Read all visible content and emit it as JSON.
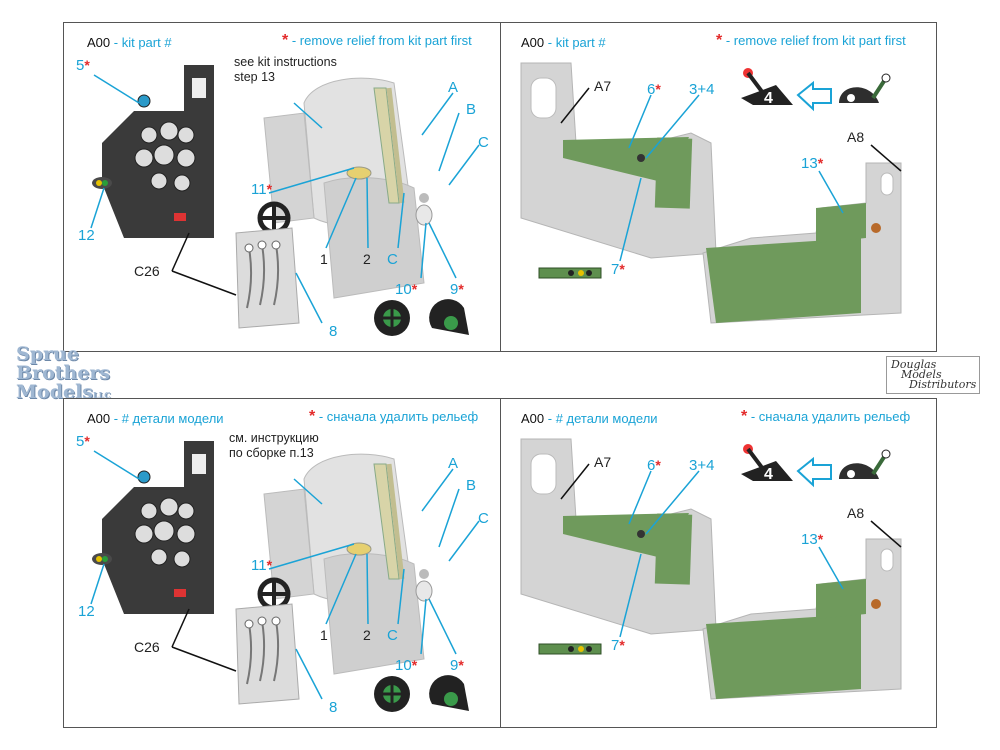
{
  "logos": {
    "left_lines": [
      "Sprue",
      "Brothers",
      "Models"
    ],
    "left_suffix": "LLC",
    "right_lines": [
      "Douglas",
      "Models",
      "Distributors"
    ]
  },
  "panels": {
    "top_left": {
      "code": "A00",
      "code_desc": "- kit part #",
      "star": "*",
      "note": "- remove relief from kit part first",
      "see_line1": "see kit instructions",
      "see_line2": "step 13",
      "labels": {
        "l5": "5",
        "l12": "12",
        "c26": "C26",
        "l11": "11",
        "l1": "1",
        "l2": "2",
        "lC": "C",
        "lA": "A",
        "lB": "B",
        "lC2": "C",
        "l10": "10",
        "l9": "9",
        "l8": "8"
      }
    },
    "top_right": {
      "code": "A00",
      "code_desc": "- kit part #",
      "star": "*",
      "note": "- remove relief from kit part first",
      "step_number": "4",
      "labels": {
        "a7": "A7",
        "l6": "6",
        "l34": "3+4",
        "l7": "7",
        "a8": "A8",
        "l13": "13"
      }
    },
    "bottom_left": {
      "code": "A00",
      "code_desc": "- # детали модели",
      "star": "*",
      "note": "- сначала удалить рельеф",
      "see_line1": "см. инструкцию",
      "see_line2": "по сборке п.13",
      "labels": {
        "l5": "5",
        "l12": "12",
        "c26": "C26",
        "l11": "11",
        "l1": "1",
        "l2": "2",
        "lC": "C",
        "lA": "A",
        "lB": "B",
        "lC2": "C",
        "l10": "10",
        "l9": "9",
        "l8": "8"
      }
    },
    "bottom_right": {
      "code": "A00",
      "code_desc": "- # детали модели",
      "star": "*",
      "note": "- сначала удалить рельеф",
      "step_number": "4",
      "labels": {
        "a7": "A7",
        "l6": "6",
        "l34": "3+4",
        "l7": "7",
        "a8": "A8",
        "l13": "13"
      }
    }
  },
  "colors": {
    "callout": "#1aa3d6",
    "star": "#e32b2b",
    "panel_green": "#6f9a5c",
    "dark_panel": "#3a3a3a",
    "resin_grey": "#d4d4d4"
  }
}
